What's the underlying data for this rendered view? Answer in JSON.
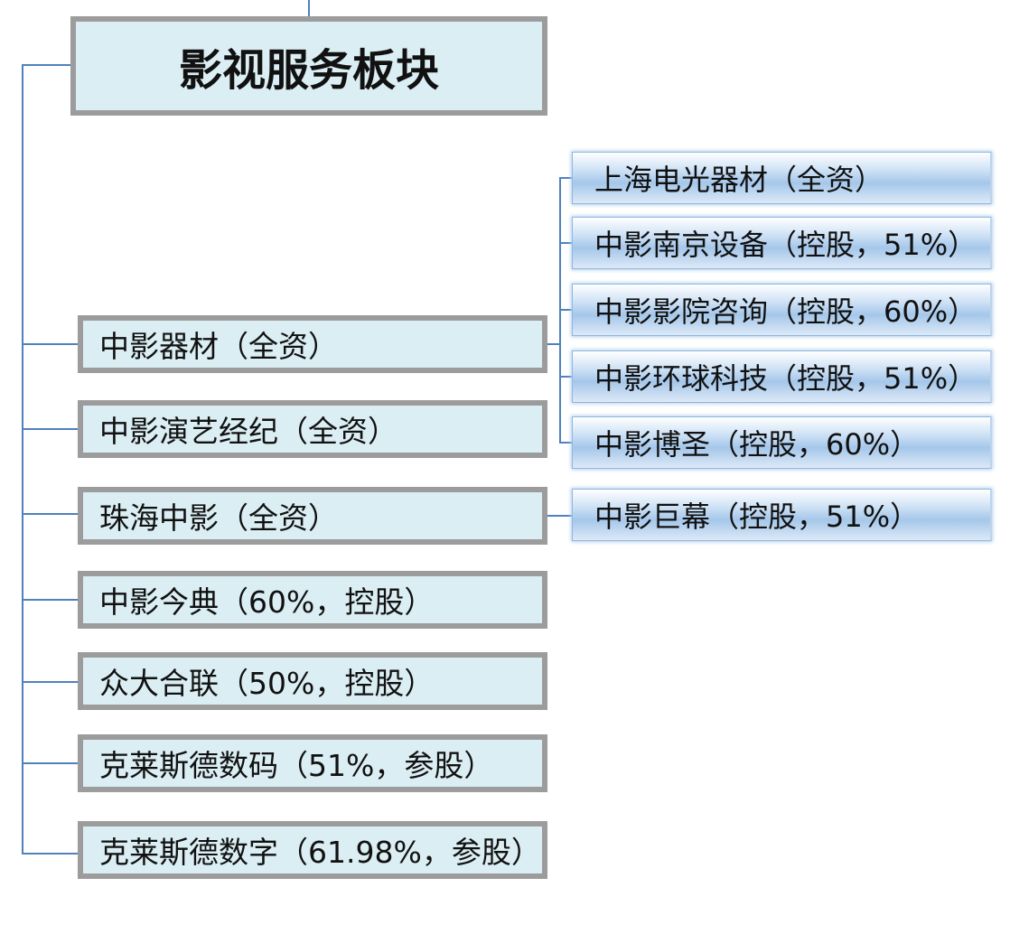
{
  "root": {
    "label": "影视服务板块"
  },
  "children": [
    {
      "label": "中影器材（全资）"
    },
    {
      "label": "中影演艺经纪（全资）"
    },
    {
      "label": "珠海中影（全资）"
    },
    {
      "label": "中影今典（60%，控股）"
    },
    {
      "label": "众大合联（50%，控股）"
    },
    {
      "label": "克莱斯德数码（51%，参股）"
    },
    {
      "label": "克莱斯德数字（61.98%，参股）"
    }
  ],
  "equipment_subsidiaries": [
    {
      "label": "上海电光器材（全资）"
    },
    {
      "label": "中影南京设备（控股，51%）"
    },
    {
      "label": "中影影院咨询（控股，60%）"
    },
    {
      "label": "中影环球科技（控股，51%）"
    },
    {
      "label": "中影博圣（控股，60%）"
    }
  ],
  "zhuhai_subsidiaries": [
    {
      "label": "中影巨幕（控股，51%）"
    }
  ],
  "colors": {
    "connector": "#4f81bd",
    "box_fill": "#dbeef3",
    "box_border": "#9c9c9c"
  }
}
